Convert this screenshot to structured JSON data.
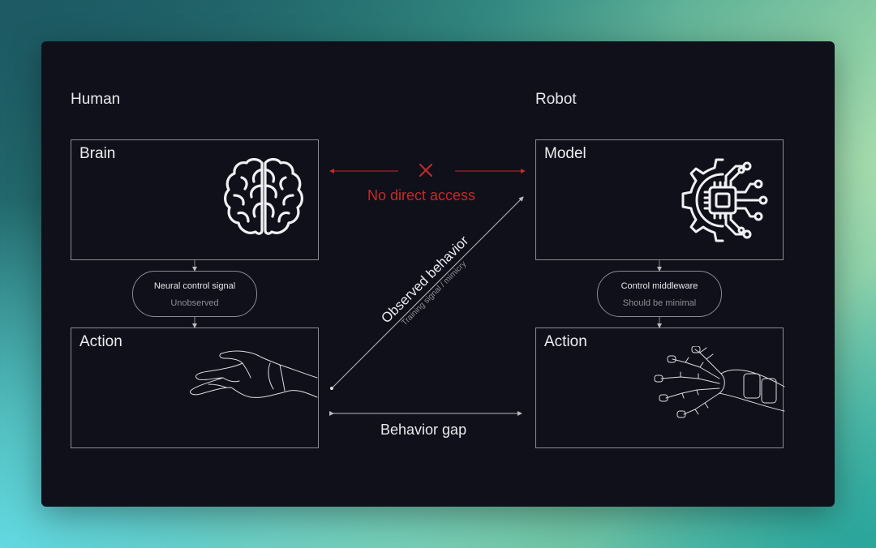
{
  "human": {
    "title": "Human",
    "top_box": "Brain",
    "signal": {
      "main": "Neural control signal",
      "sub": "Unobserved"
    },
    "bottom_box": "Action"
  },
  "robot": {
    "title": "Robot",
    "top_box": "Model",
    "signal": {
      "main": "Control middleware",
      "sub": "Should be minimal"
    },
    "bottom_box": "Action"
  },
  "no_access": {
    "label": "No direct access",
    "color": "#c62a2a"
  },
  "observed": {
    "main": "Observed behavior",
    "sub": "Training signal / mimicry"
  },
  "gap": {
    "label": "Behavior gap"
  },
  "icons": [
    "brain-icon",
    "robot-chip-gear-icon",
    "human-hand-icon",
    "robot-hand-icon"
  ],
  "colors": {
    "panel": "#0f1019",
    "line": "#8a8b93",
    "text": "#e9e9ee",
    "alert": "#c62a2a"
  }
}
